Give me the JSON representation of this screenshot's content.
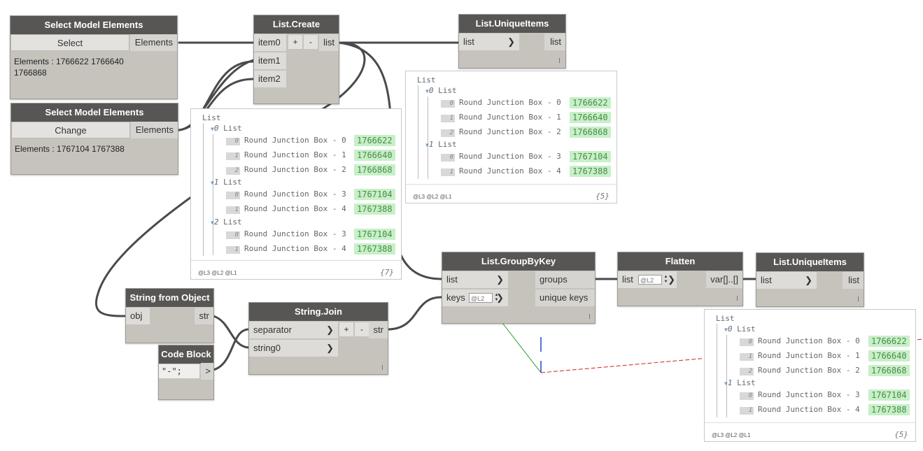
{
  "nodes": {
    "select1": {
      "title": "Select Model Elements",
      "button": "Select",
      "output": "Elements",
      "result": "Elements : 1766622 1766640 1766868"
    },
    "select2": {
      "title": "Select Model Elements",
      "button": "Change",
      "output": "Elements",
      "result": "Elements : 1767104 1767388"
    },
    "list_create": {
      "title": "List.Create",
      "inputs": [
        "item0",
        "item1",
        "item2"
      ],
      "plus": "+",
      "minus": "-",
      "output": "list"
    },
    "unique1": {
      "title": "List.UniqueItems",
      "input": "list",
      "output": "list"
    },
    "string_from_object": {
      "title": "String from Object",
      "input": "obj",
      "output": "str"
    },
    "code_block": {
      "title": "Code Block",
      "code": "\"-\";",
      "output": ">"
    },
    "string_join": {
      "title": "String.Join",
      "inputs": [
        "separator",
        "string0"
      ],
      "plus": "+",
      "minus": "-",
      "output": "str"
    },
    "group_by_key": {
      "title": "List.GroupByKey",
      "inputs": [
        "list",
        "keys"
      ],
      "keys_level": "@L2",
      "outputs": [
        "groups",
        "unique keys"
      ]
    },
    "flatten": {
      "title": "Flatten",
      "input": "list",
      "level": "@L2",
      "output": "var[]..[]"
    },
    "unique2": {
      "title": "List.UniqueItems",
      "input": "list",
      "output": "list"
    }
  },
  "watches": {
    "create_preview": {
      "root": "List",
      "groups": [
        {
          "index": "0",
          "label": "List",
          "items": [
            {
              "i": "0",
              "name": "Round Junction Box - 0",
              "value": "1766622"
            },
            {
              "i": "1",
              "name": "Round Junction Box - 1",
              "value": "1766640"
            },
            {
              "i": "2",
              "name": "Round Junction Box - 2",
              "value": "1766868"
            }
          ]
        },
        {
          "index": "1",
          "label": "List",
          "items": [
            {
              "i": "0",
              "name": "Round Junction Box - 3",
              "value": "1767104"
            },
            {
              "i": "1",
              "name": "Round Junction Box - 4",
              "value": "1767388"
            }
          ]
        },
        {
          "index": "2",
          "label": "List",
          "items": [
            {
              "i": "0",
              "name": "Round Junction Box - 3",
              "value": "1767104"
            },
            {
              "i": "1",
              "name": "Round Junction Box - 4",
              "value": "1767388"
            }
          ]
        }
      ],
      "levels": "@L3 @L2 @L1",
      "count": "{7}"
    },
    "unique1_preview": {
      "root": "List",
      "groups": [
        {
          "index": "0",
          "label": "List",
          "items": [
            {
              "i": "0",
              "name": "Round Junction Box - 0",
              "value": "1766622"
            },
            {
              "i": "1",
              "name": "Round Junction Box - 1",
              "value": "1766640"
            },
            {
              "i": "2",
              "name": "Round Junction Box - 2",
              "value": "1766868"
            }
          ]
        },
        {
          "index": "1",
          "label": "List",
          "items": [
            {
              "i": "0",
              "name": "Round Junction Box - 3",
              "value": "1767104"
            },
            {
              "i": "1",
              "name": "Round Junction Box - 4",
              "value": "1767388"
            }
          ]
        }
      ],
      "levels": "@L3 @L2 @L1",
      "count": "{5}"
    },
    "unique2_preview": {
      "root": "List",
      "groups": [
        {
          "index": "0",
          "label": "List",
          "items": [
            {
              "i": "0",
              "name": "Round Junction Box - 0",
              "value": "1766622"
            },
            {
              "i": "1",
              "name": "Round Junction Box - 1",
              "value": "1766640"
            },
            {
              "i": "2",
              "name": "Round Junction Box - 2",
              "value": "1766868"
            }
          ]
        },
        {
          "index": "1",
          "label": "List",
          "items": [
            {
              "i": "0",
              "name": "Round Junction Box - 3",
              "value": "1767104"
            },
            {
              "i": "1",
              "name": "Round Junction Box - 4",
              "value": "1767388"
            }
          ]
        }
      ],
      "levels": "@L3 @L2 @L1",
      "count": "{5}"
    }
  },
  "colors": {
    "node_header": "#585654",
    "node_body": "#c6c3bd",
    "wire": "#4a4a4a",
    "value_bg": "#c7f0c7",
    "value_text": "#4b8a4b"
  }
}
